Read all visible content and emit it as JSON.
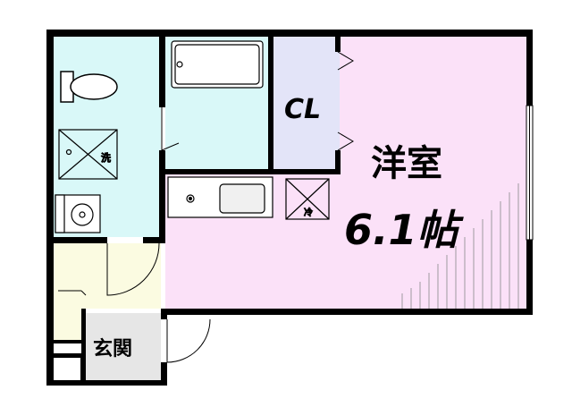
{
  "floorplan": {
    "rooms": {
      "main_room": {
        "name": "洋室",
        "size": "6.1帖"
      },
      "closet": {
        "name": "CL"
      },
      "entrance": {
        "name": "玄関"
      },
      "fridge_space": {
        "name": "冷"
      },
      "washer_space": {
        "name": "洗"
      }
    },
    "colors": {
      "wall": "#000000",
      "main_room_fill": "#fbe1f8",
      "wet_area_fill": "#d9f8f8",
      "closet_fill": "#e3e4f8",
      "entrance_fill": "#fbfbe1",
      "genkan_floor_fill": "#e6e6e6"
    }
  }
}
